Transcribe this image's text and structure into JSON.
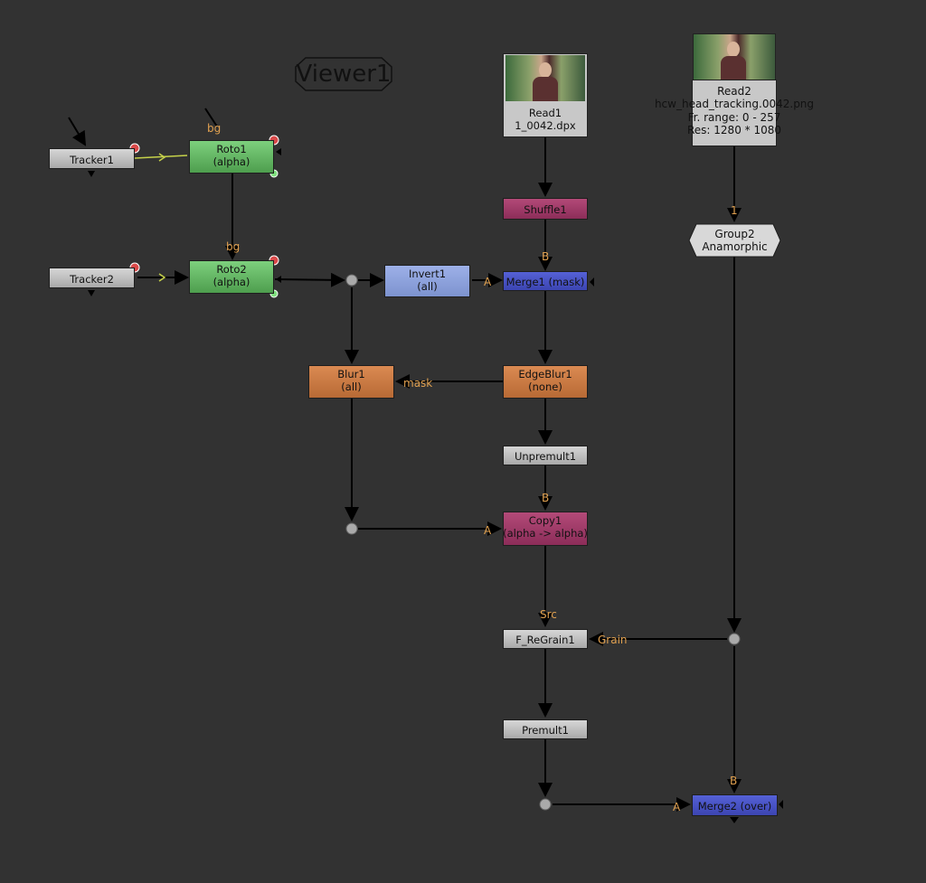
{
  "viewer": {
    "label": "Viewer1"
  },
  "nodes": {
    "tracker1": {
      "label": "Tracker1"
    },
    "tracker2": {
      "label": "Tracker2"
    },
    "roto1": {
      "label": "Roto1",
      "sub": "(alpha)"
    },
    "roto2": {
      "label": "Roto2",
      "sub": "(alpha)"
    },
    "invert1": {
      "label": "Invert1",
      "sub": "(all)"
    },
    "blur1": {
      "label": "Blur1",
      "sub": "(all)"
    },
    "read1": {
      "label": "Read1",
      "file": "1_0042.dpx"
    },
    "shuffle1": {
      "label": "Shuffle1"
    },
    "merge1": {
      "label": "Merge1 (mask)"
    },
    "edgeblur1": {
      "label": "EdgeBlur1",
      "sub": "(none)"
    },
    "unpremult1": {
      "label": "Unpremult1"
    },
    "copy1": {
      "label": "Copy1",
      "sub": "(alpha -> alpha)"
    },
    "regrain1": {
      "label": "F_ReGrain1"
    },
    "premult1": {
      "label": "Premult1"
    },
    "merge2": {
      "label": "Merge2 (over)"
    },
    "read2": {
      "label": "Read2",
      "file": "hcw_head_tracking.0042.png",
      "range": "Fr. range: 0 - 257",
      "res": "Res: 1280 * 1080"
    },
    "group2": {
      "label": "Group2",
      "sub": "Anamorphic"
    }
  },
  "pipe_labels": {
    "roto1_bg": "bg",
    "roto2_bg": "bg",
    "shuffle_B": "B",
    "merge1_A": "A",
    "blur_mask": "mask",
    "copy_B": "B",
    "copy_A": "A",
    "regrain_src": "Src",
    "regrain_grain": "Grain",
    "group_input": "1",
    "merge2_B": "B",
    "merge2_A": "A"
  },
  "colors": {
    "background": "#323232",
    "pipe": "#000000",
    "label": "#e0a050",
    "roto": "#5fb25f",
    "merge": "#4a54c8",
    "shuffle": "#a03a68",
    "blur": "#c97a42",
    "invert": "#8ea2dc"
  },
  "icons": [
    "dot-icon",
    "arrow-icon",
    "mask-badge-icon"
  ]
}
